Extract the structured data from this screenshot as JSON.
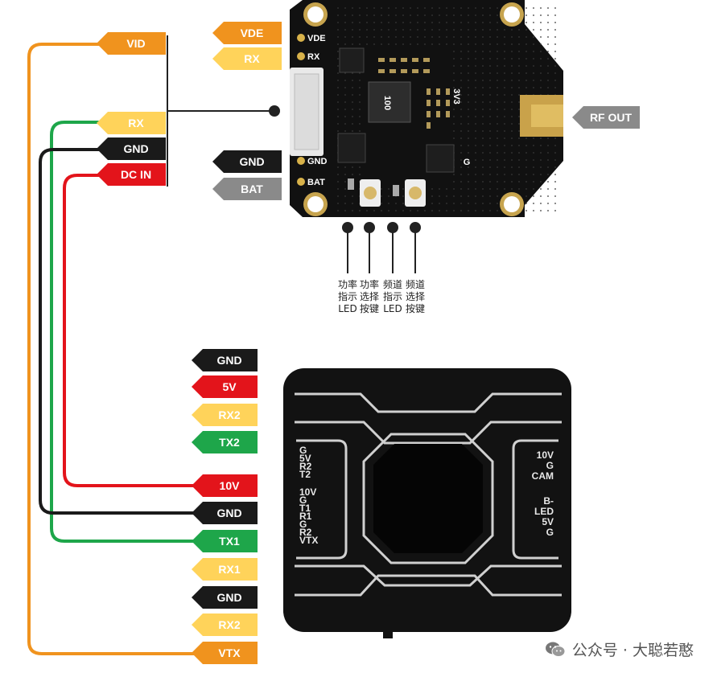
{
  "colors": {
    "orange": "#F0931E",
    "yellow": "#FFD35A",
    "black": "#1a1a1a",
    "red": "#E3141B",
    "green": "#1EA64A",
    "gray": "#8A8A8A",
    "white": "#ffffff"
  },
  "vtx_board": {
    "left_top_tags": [
      "VDE",
      "RX"
    ],
    "left_bottom_tags": [
      "GND",
      "BAT"
    ],
    "silk_pads": [
      "VDE",
      "RX",
      "GND",
      "BAT"
    ],
    "inductor_label": "100",
    "rf_out_label": "RF OUT",
    "chip_labels": [
      "3V3",
      "G"
    ],
    "button_descriptions": [
      [
        "功率",
        "指示",
        "LED"
      ],
      [
        "功率",
        "选择",
        "按键"
      ],
      [
        "频道",
        "指示",
        "LED"
      ],
      [
        "频道",
        "选择",
        "按键"
      ]
    ]
  },
  "vtx_connector_tags": [
    "VID",
    "RX",
    "GND",
    "DC IN"
  ],
  "fc_tags": [
    "GND",
    "5V",
    "RX2",
    "TX2",
    "10V",
    "GND",
    "TX1",
    "RX1",
    "GND",
    "RX2",
    "VTX"
  ],
  "fc_board": {
    "left_group_1": [
      "G",
      "5V",
      "R2",
      "T2"
    ],
    "left_group_2": [
      "10V",
      "G",
      "T1",
      "R1",
      "G",
      "R2",
      "VTX"
    ],
    "right_group_1": [
      "10V",
      "G",
      "CAM"
    ],
    "right_group_2": [
      "B-",
      "LED",
      "5V",
      "G"
    ]
  },
  "watermark": {
    "text": "公众号 · 大聪若憨",
    "icon": "wechat-icon"
  }
}
